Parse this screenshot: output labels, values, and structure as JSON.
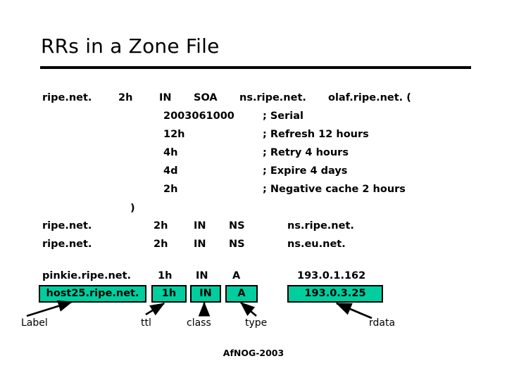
{
  "slide": {
    "title": "RRs in a Zone File",
    "footer": "AfNOG-2003",
    "highlight_color": "#00CE9E",
    "text_color": "#000000",
    "background_color": "#FFFFFF"
  },
  "zone": {
    "soa": {
      "owner": "ripe.net.",
      "ttl": "2h",
      "class": "IN",
      "type": "SOA",
      "mname": "ns.ripe.net.",
      "rname": "olaf.ripe.net. (",
      "close_paren": ")",
      "fields": [
        {
          "value": "2003061000",
          "comment": "; Serial"
        },
        {
          "value": "12h",
          "comment": "; Refresh 12 hours"
        },
        {
          "value": "4h",
          "comment": "; Retry 4 hours"
        },
        {
          "value": "4d",
          "comment": "; Expire 4 days"
        },
        {
          "value": "2h",
          "comment": "; Negative cache 2 hours"
        }
      ]
    },
    "ns_records": [
      {
        "owner": "ripe.net.",
        "ttl": "2h",
        "class": "IN",
        "type": "NS",
        "rdata": "ns.ripe.net."
      },
      {
        "owner": "ripe.net.",
        "ttl": "2h",
        "class": "IN",
        "type": "NS",
        "rdata": "ns.eu.net."
      }
    ],
    "a_records": [
      {
        "owner": "pinkie.ripe.net.",
        "ttl": "1h",
        "class": "IN",
        "type": "A",
        "rdata": "193.0.1.162"
      }
    ],
    "highlighted_record": {
      "owner": "host25.ripe.net.",
      "ttl": "1h",
      "class": "IN",
      "type": "A",
      "rdata": "193.0.3.25"
    }
  },
  "callouts": [
    {
      "label": "Label"
    },
    {
      "label": "ttl"
    },
    {
      "label": "class"
    },
    {
      "label": "type"
    },
    {
      "label": "rdata"
    }
  ]
}
